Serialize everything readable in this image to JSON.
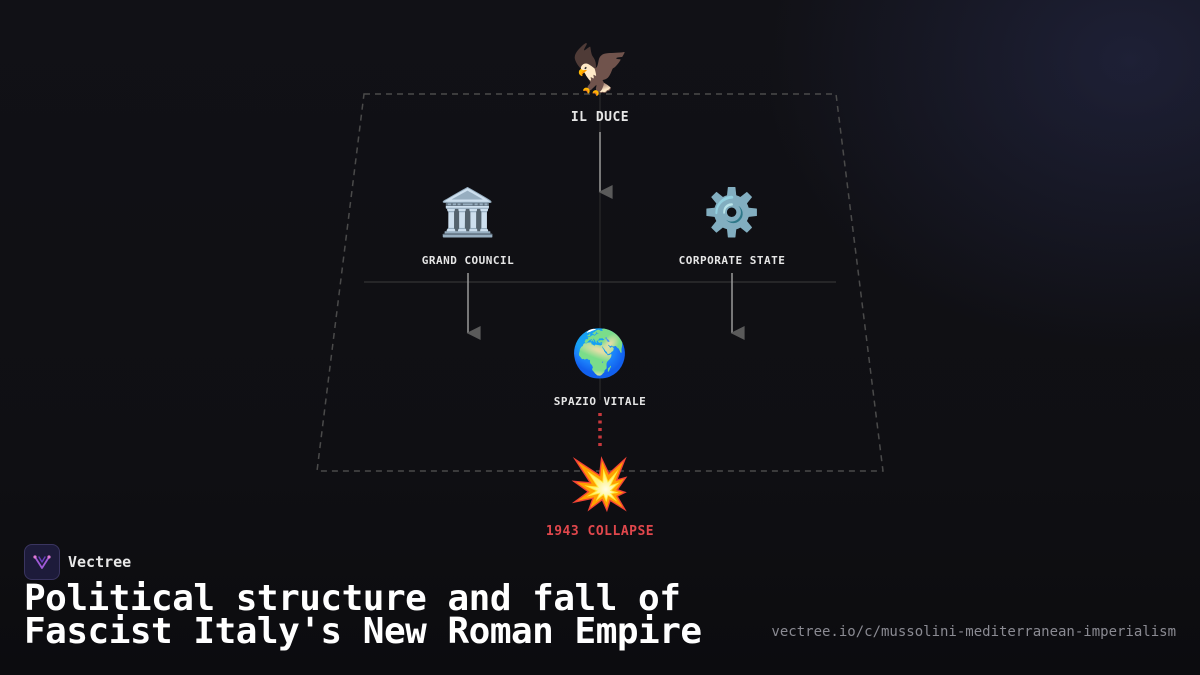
{
  "diagram": {
    "nodes": {
      "il_duce": {
        "label": "IL DUCE",
        "icon": "eagle-icon",
        "glyph": "🦅"
      },
      "grand_council": {
        "label": "GRAND COUNCIL",
        "icon": "classical-building-icon",
        "glyph": "🏛️"
      },
      "corporate_state": {
        "label": "CORPORATE STATE",
        "icon": "gear-icon",
        "glyph": "⚙️"
      },
      "spazio_vitale": {
        "label": "SPAZIO VITALE",
        "icon": "globe-icon",
        "glyph": "🌍"
      },
      "collapse": {
        "label": "1943 COLLAPSE",
        "icon": "collision-icon",
        "glyph": "💥"
      }
    },
    "colors": {
      "line": "#9a9a9a",
      "frame": "#4a4a4a",
      "danger": "#e0474c"
    }
  },
  "brand": {
    "name": "Vectree",
    "icon": "vectree-logo"
  },
  "title_lines": [
    "Political structure and fall of",
    "Fascist Italy's New Roman Empire"
  ],
  "url": "vectree.io/c/mussolini-mediterranean-imperialism"
}
